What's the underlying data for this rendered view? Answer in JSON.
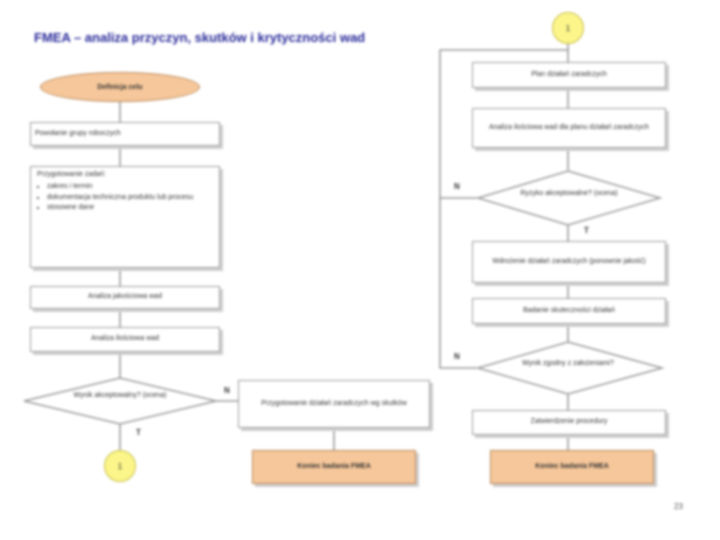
{
  "title": "FMEA – analiza przyczyn, skutków i krytyczności wad",
  "start": "Definicja celu",
  "left": {
    "box1": "Powołanie grupy roboczych",
    "box2_head": "Przygotowanie zadań:",
    "box2_items": [
      "zakres i termin",
      "dokumentacja techniczna produktu lub procesu",
      "stosowne dane"
    ],
    "box3": "Analiza jakościowa wad",
    "box4": "Analiza ilościowa wad",
    "decision": "Wynik akceptowalny? (ocena)",
    "prep": "Przygotowanie działań zaradczych wg skutków",
    "end": "Koniec badania FMEA"
  },
  "right": {
    "box1": "Plan działań zaradczych",
    "box2": "Analiza ilościowa wad dla planu działań zaradczych",
    "decision1": "Ryzyko akceptowalne? (ocena)",
    "box3": "Wdrożenie działań zaradczych (ponownie jakość)",
    "box4": "Badanie skuteczności działań",
    "decision2": "Wynik zgodny z założeniami?",
    "box5": "Zatwierdzenie procedury",
    "end": "Koniec badania FMEA"
  },
  "connector": "1",
  "labels": {
    "n": "N",
    "t": "T"
  },
  "page_number": "23"
}
